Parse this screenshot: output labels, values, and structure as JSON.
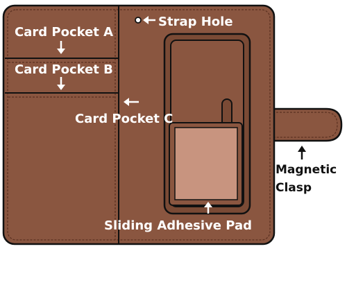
{
  "labels": {
    "card_pocket_a": "Card Pocket A",
    "card_pocket_b": "Card Pocket B",
    "card_pocket_c": "Card Pocket C",
    "strap_hole": "Strap Hole",
    "sliding_adhesive_pad": "Sliding Adhesive Pad",
    "magnetic": "Magnetic",
    "clasp": "Clasp"
  },
  "colors": {
    "leather": "#8a5640",
    "leather_dark": "#7a4a35",
    "pad": "#c8947f",
    "stitch": "#5a3020",
    "outline": "#111111",
    "label_light": "#ffffff",
    "label_dark": "#111111"
  }
}
